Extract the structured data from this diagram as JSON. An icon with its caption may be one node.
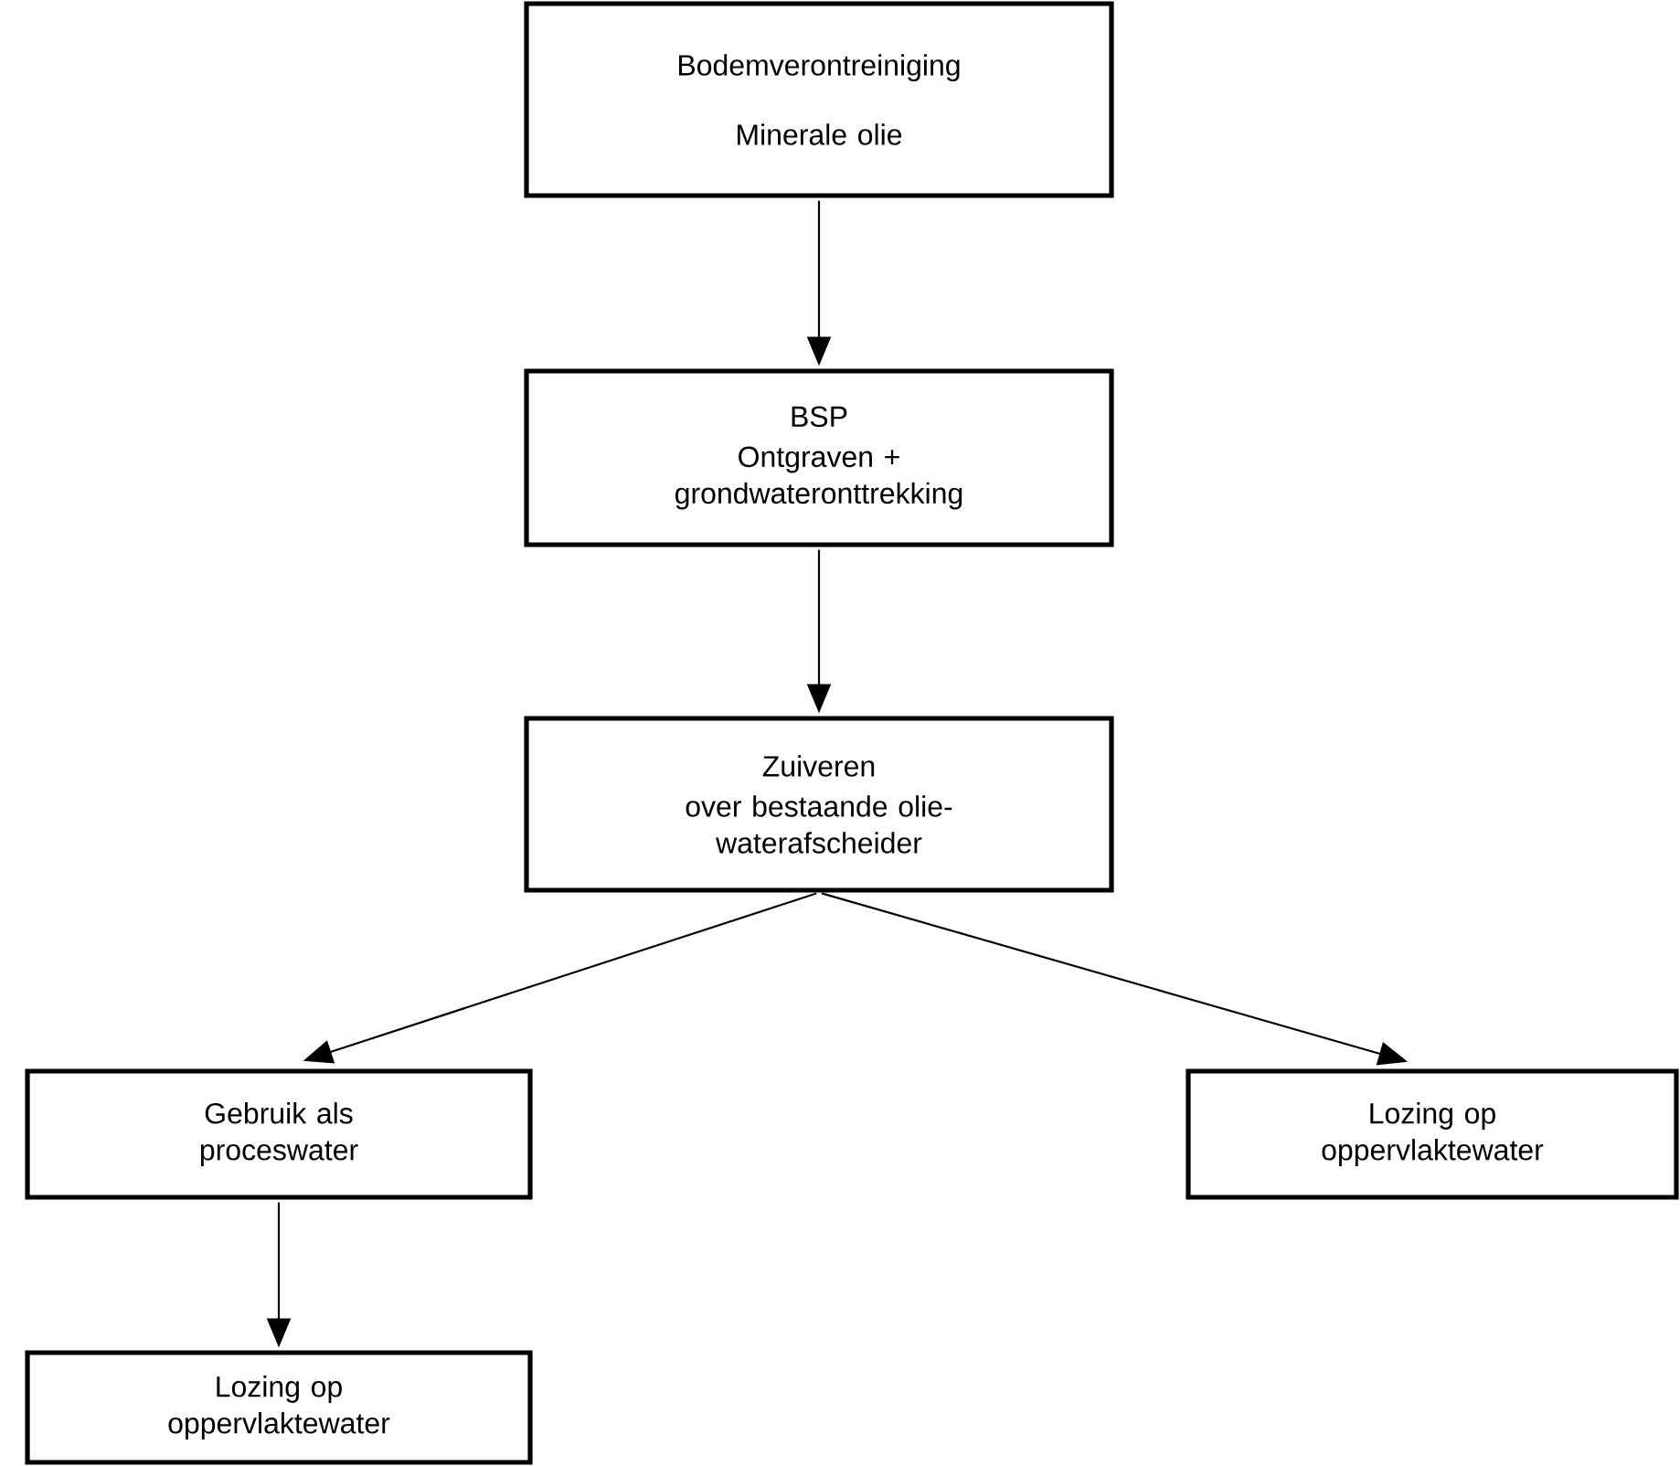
{
  "diagram": {
    "nodes": [
      {
        "text": [
          "Bodemverontreiniging",
          "Minerale olie"
        ]
      },
      {
        "text": [
          "BSP",
          "Ontgraven + grondwateronttrekking"
        ]
      },
      {
        "text": [
          "Zuiveren",
          "over bestaande olie- waterafscheider"
        ]
      },
      {
        "text": [
          "Gebruik als proceswater"
        ]
      },
      {
        "text": [
          "Lozing op oppervlaktewater"
        ]
      },
      {
        "text": [
          "Lozing op oppervlaktewater"
        ]
      }
    ],
    "edges": [
      {
        "from": 0,
        "to": 1,
        "arrow": "to"
      },
      {
        "from": 1,
        "to": 2,
        "arrow": "to"
      },
      {
        "from": 2,
        "to": 3,
        "arrow": "to"
      },
      {
        "from": 2,
        "to": 4,
        "arrow": "to"
      },
      {
        "from": 3,
        "to": 5,
        "arrow": "to"
      }
    ]
  }
}
